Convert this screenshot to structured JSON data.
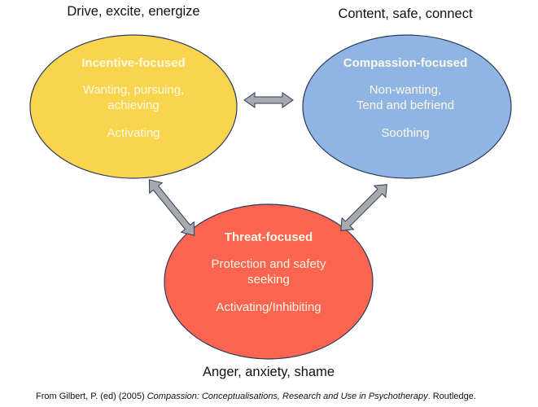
{
  "colors": {
    "incentive": "#F9D54E",
    "compassion": "#8EB5E3",
    "threat": "#FA6450",
    "arrow": "#A7A9AC",
    "outline": "#2F3B5C"
  },
  "systems": {
    "incentive": {
      "caption": "Drive, excite, energize",
      "title": "Incentive-focused",
      "desc_line1": "Wanting, pursuing,",
      "desc_line2": "achieving",
      "mode": "Activating"
    },
    "compassion": {
      "caption": "Content, safe, connect",
      "title": "Compassion-focused",
      "desc_line1": "Non-wanting,",
      "desc_line2": "Tend and befriend",
      "mode": "Soothing"
    },
    "threat": {
      "caption": "Anger, anxiety, shame",
      "title": "Threat-focused",
      "desc_line1": "Protection and safety",
      "desc_line2": "seeking",
      "mode": "Activating/Inhibiting"
    }
  },
  "arrows": [
    {
      "from": "incentive",
      "to": "compassion",
      "icon": "double-arrow-icon"
    },
    {
      "from": "incentive",
      "to": "threat",
      "icon": "double-arrow-icon"
    },
    {
      "from": "compassion",
      "to": "threat",
      "icon": "double-arrow-icon"
    }
  ],
  "footer": {
    "prefix": "From Gilbert, P. (ed) (2005) ",
    "book_title": "Compassion: Conceptualisations, Research and Use in Psychotherapy",
    "suffix": ". Routledge."
  }
}
